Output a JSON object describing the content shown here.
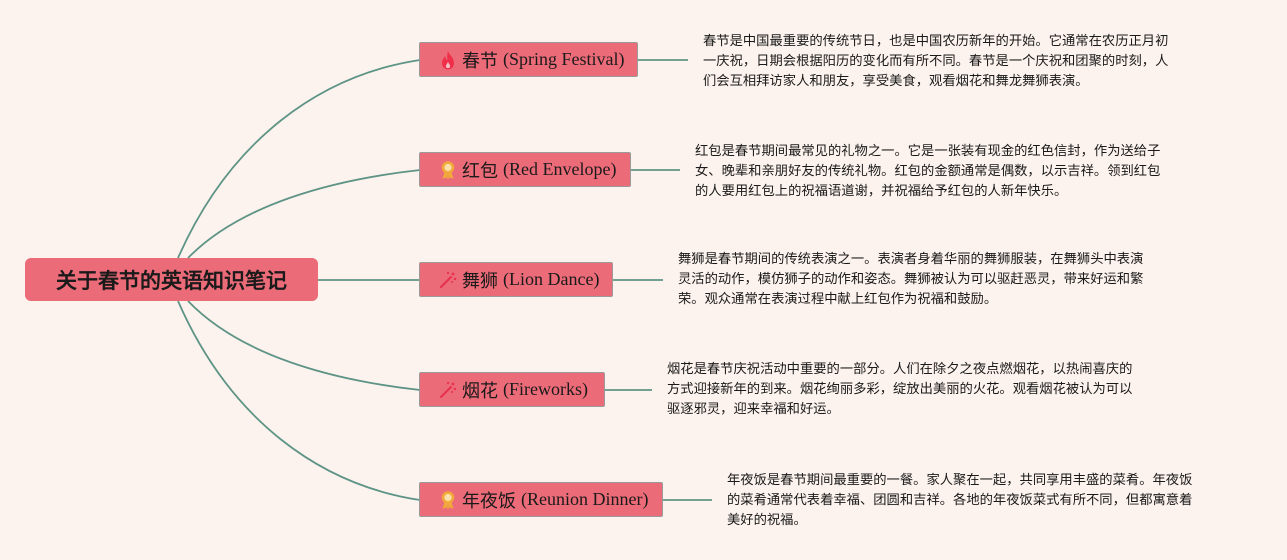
{
  "root": {
    "title": "关于春节的英语知识笔记"
  },
  "colors": {
    "background": "#fdf3ee",
    "node_fill": "#ec6b78",
    "connector": "#5e9486",
    "flame_icon": "#f0304a",
    "medal_icon": "#f2a93b",
    "sparkle_icon": "#e8304f"
  },
  "topics": [
    {
      "zh": "春节",
      "en": "(Spring Festival)",
      "icon": "flame-icon",
      "lines": [
        "春节是中国最重要的传统节日，也是中国农历新年的开始。它通常在农历正月初",
        "一庆祝，日期会根据阳历的变化而有所不同。春节是一个庆祝和团聚的时刻，人",
        "们会互相拜访家人和朋友，享受美食，观看烟花和舞龙舞狮表演。"
      ]
    },
    {
      "zh": "红包",
      "en": "(Red Envelope)",
      "icon": "medal-icon",
      "lines": [
        "红包是春节期间最常见的礼物之一。它是一张装有现金的红色信封，作为送给子",
        "女、晚辈和亲朋好友的传统礼物。红包的金额通常是偶数，以示吉祥。领到红包",
        "的人要用红包上的祝福语道谢，并祝福给予红包的人新年快乐。"
      ]
    },
    {
      "zh": "舞狮",
      "en": "(Lion Dance)",
      "icon": "sparkle-icon",
      "lines": [
        "舞狮是春节期间的传统表演之一。表演者身着华丽的舞狮服装，在舞狮头中表演",
        "灵活的动作，模仿狮子的动作和姿态。舞狮被认为可以驱赶恶灵，带来好运和繁",
        "荣。观众通常在表演过程中献上红包作为祝福和鼓励。"
      ]
    },
    {
      "zh": "烟花",
      "en": "(Fireworks)",
      "icon": "sparkle-icon",
      "lines": [
        "烟花是春节庆祝活动中重要的一部分。人们在除夕之夜点燃烟花，以热闹喜庆的",
        "方式迎接新年的到来。烟花绚丽多彩，绽放出美丽的火花。观看烟花被认为可以",
        "驱逐邪灵，迎来幸福和好运。"
      ]
    },
    {
      "zh": "年夜饭",
      "en": "(Reunion Dinner)",
      "icon": "medal-icon",
      "lines": [
        "年夜饭是春节期间最重要的一餐。家人聚在一起，共同享用丰盛的菜肴。年夜饭",
        "的菜肴通常代表着幸福、团圆和吉祥。各地的年夜饭菜式有所不同，但都寓意着",
        "美好的祝福。"
      ]
    }
  ]
}
